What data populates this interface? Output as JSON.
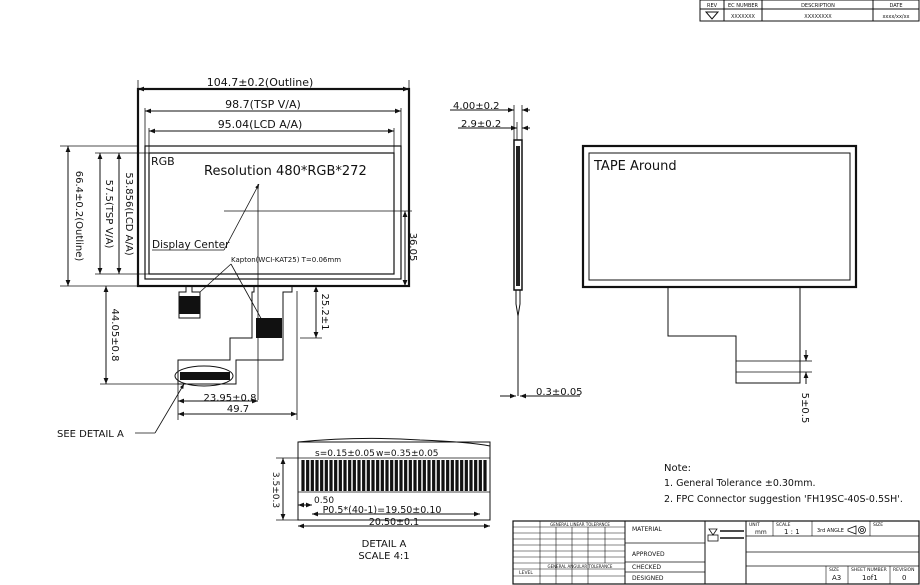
{
  "rev_block": {
    "headers": [
      "REV",
      "EC NUMBER",
      "DESCRIPTION",
      "DATE"
    ],
    "row": [
      "",
      "XXXXXXX",
      "XXXXXXXX",
      "xxxx/xx/xx"
    ]
  },
  "front_view": {
    "outline_w": "104.7±0.2(Outline)",
    "tsp_w": "98.7(TSP V/A)",
    "lcd_w": "95.04(LCD A/A)",
    "outline_h": "66.4±0.2(Outline)",
    "tsp_h": "57.5(TSP V/A)",
    "lcd_h": "53.856(LCD A/A)",
    "rgb": "RGB",
    "resolution": "Resolution 480*RGB*272",
    "display_center": "Display Center",
    "kapton": "Kapton(WCI-KAT25) T=0.06mm",
    "dim_36": "36.05",
    "dim_25": "25.2±1",
    "dim_44": "44.05±0.8",
    "dim_2395": "23.95±0.8",
    "dim_497": "49.7",
    "see_detail": "SEE DETAIL A"
  },
  "side_view": {
    "dim_4": "4.00±0.2",
    "dim_29": "2.9±0.2",
    "dim_03": "0.3±0.05"
  },
  "back_view": {
    "tape": "TAPE Around",
    "dim_5": "5±0.5"
  },
  "detail": {
    "dim_015": "s=0.15±0.05",
    "dim_035": "w=0.35±0.05",
    "dim_35": "3.5±0.3",
    "dim_050": "0.50",
    "dim_pitch": "P0.5*(40-1)=19.50±0.10",
    "dim_2050": "20.50±0.1",
    "title": "DETAIL A",
    "scale": "SCALE 4:1"
  },
  "notes": {
    "heading": "Note:",
    "n1": "1. General Tolerance ±0.30mm.",
    "n2": "2. FPC Connector suggestion  'FH19SC-40S-0.5SH'."
  },
  "title_block": {
    "material": "MATERIAL",
    "approved": "APPROVED",
    "checked": "CHECKED",
    "designed": "DESIGNED",
    "unit_label": "UNIT",
    "unit": "mm",
    "scale_label": "SCALE",
    "scale": "1 : 1",
    "angle": "3rd ANGLE",
    "size_label": "SIZE",
    "size": "A3",
    "sheet_label": "SHEET NUMBER",
    "sheet": "1of1",
    "rev_label": "REVISION",
    "rev": "0",
    "tol_header": "GENERAL LINEAR TOLERANCE",
    "angular": "GENERAL ANGULAR TOLERANCE",
    "level": "LEVEL"
  }
}
